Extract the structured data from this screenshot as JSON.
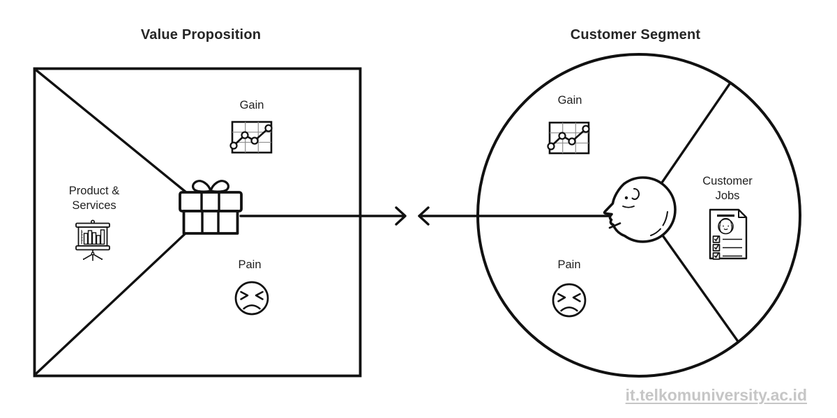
{
  "titles": {
    "left": "Value Proposition",
    "right": "Customer Segment"
  },
  "value_proposition": {
    "gain": "Gain",
    "pain": "Pain",
    "products_services": [
      "Product &",
      "Services"
    ]
  },
  "customer_segment": {
    "gain": "Gain",
    "pain": "Pain",
    "customer_jobs": [
      "Customer",
      "Jobs"
    ]
  },
  "watermark": "it.telkomuniversity.ac.id",
  "colors": {
    "line": "#111111",
    "text": "#1f1f1f",
    "title_text": "#262626",
    "watermark": "#c6c6c6",
    "background": "#ffffff"
  },
  "icons": {
    "gain-chart-icon": "gridded line chart trending up with 4 node points",
    "pain-face-icon": "distressed face with squeezed X eyes and frown",
    "products-easel-icon": "presentation easel board with bar chart on tripod",
    "gift-icon": "gift box with ribbon and bow",
    "head-profile-icon": "human head in profile facing left",
    "customer-jobs-document-icon": "document with avatar and checked checklist",
    "arrow-right-icon": "arrow pointing right",
    "arrow-left-icon": "arrow pointing left"
  }
}
